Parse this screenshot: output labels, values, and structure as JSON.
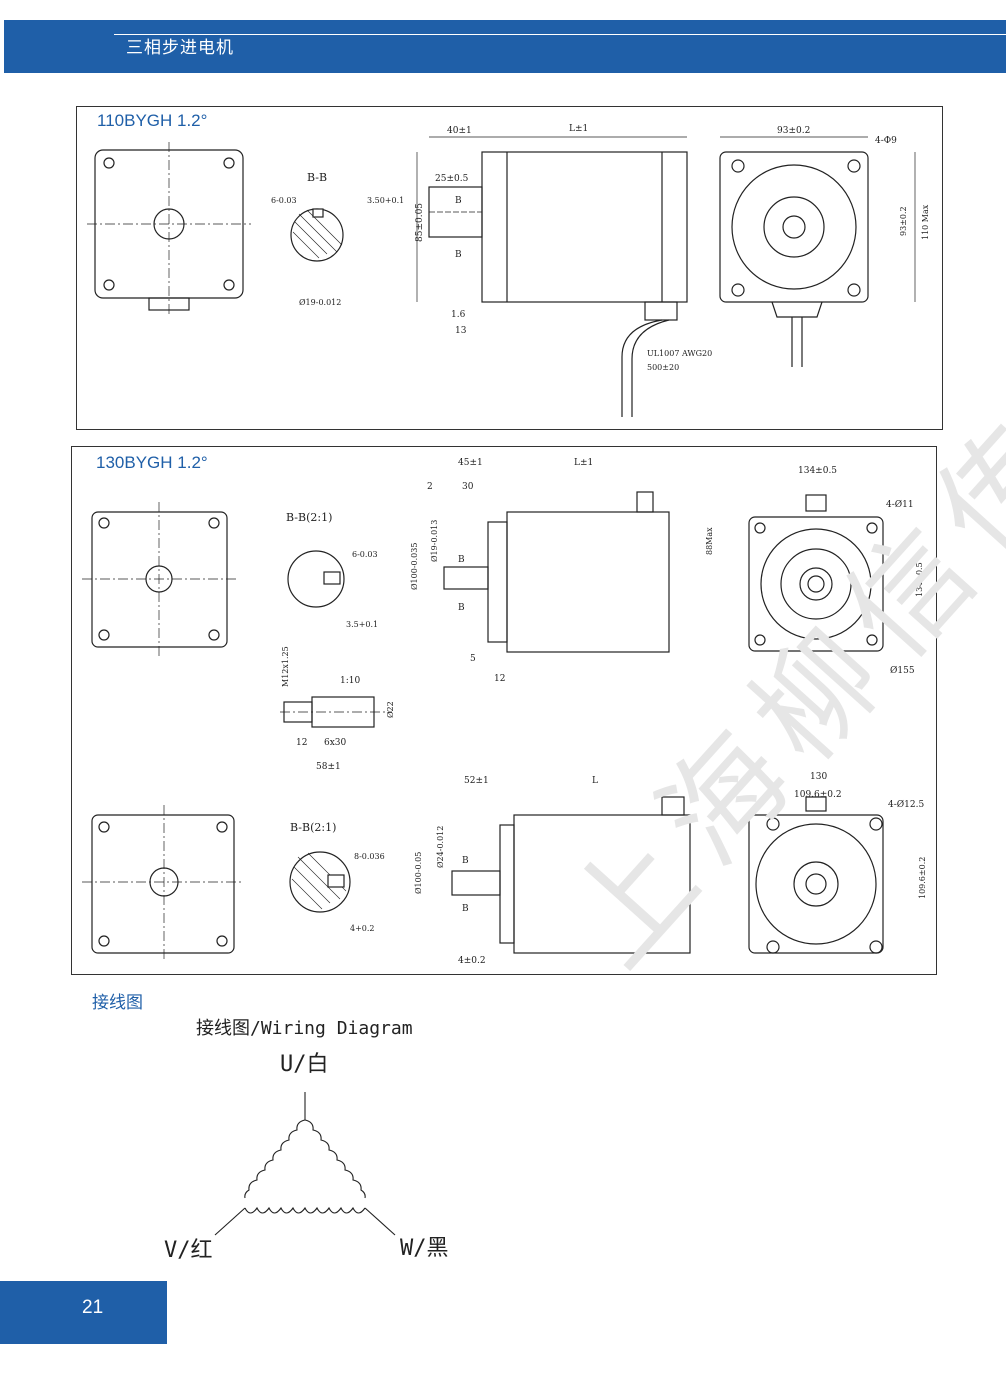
{
  "header": {
    "title": "三相步进电机"
  },
  "panel1": {
    "label": "110BYGH 1.2°",
    "dims": {
      "d40": "40±1",
      "L": "L±1",
      "d93a": "93±0.2",
      "holes": "4-Φ9",
      "bb": "B-B",
      "key6": "6-0.03",
      "key350": "3.50+0.1",
      "shaft19": "Ø19-0.012",
      "d85": "85±0.05",
      "d25": "25±0.5",
      "b1": "B",
      "b2": "B",
      "d16": "1.6",
      "d13": "13",
      "cable": "UL1007 AWG20",
      "cablelen": "500±20",
      "d93b": "93±0.2",
      "d110": "110 Max"
    }
  },
  "panel2": {
    "label": "130BYGH 1.2°",
    "dims": {
      "bb": "B-B(2:1)",
      "key6": "6-0.03",
      "key35": "3.5+0.1",
      "d45": "45±1",
      "L": "L±1",
      "d2": "2",
      "d30": "30",
      "shaft19": "Ø19-0.013",
      "pilot100": "Ø100-0.035",
      "b1": "B",
      "b2": "B",
      "d88": "88Max",
      "d5": "5",
      "d12": "12",
      "d134a": "134±0.5",
      "holes": "4-Ø11",
      "d134b": "134±0.5",
      "d155": "Ø155",
      "m12": "M12x1.25",
      "taper": "1:10",
      "d22": "Ø22",
      "d12b": "12",
      "d6x30": "6x30",
      "d58": "58±1",
      "bb2": "B-B(2:1)",
      "key8": "8-0.036",
      "key4": "4+0.2",
      "d52": "52±1",
      "L2": "L",
      "shaft24": "Ø24-0.012",
      "pilot100b": "Ø100-0.05",
      "b3": "B",
      "b4": "B",
      "d4": "4±0.2",
      "d130": "130",
      "d1096a": "109.6±0.2",
      "holes2": "4-Ø12.5",
      "d1096b": "109.6±0.2"
    }
  },
  "wiring": {
    "section_title": "接线图",
    "caption": "接线图/Wiring  Diagram",
    "u": "U/白",
    "v": "V/红",
    "w": "W/黑"
  },
  "watermark": "上海柳信传动",
  "footer": {
    "page": "21"
  }
}
